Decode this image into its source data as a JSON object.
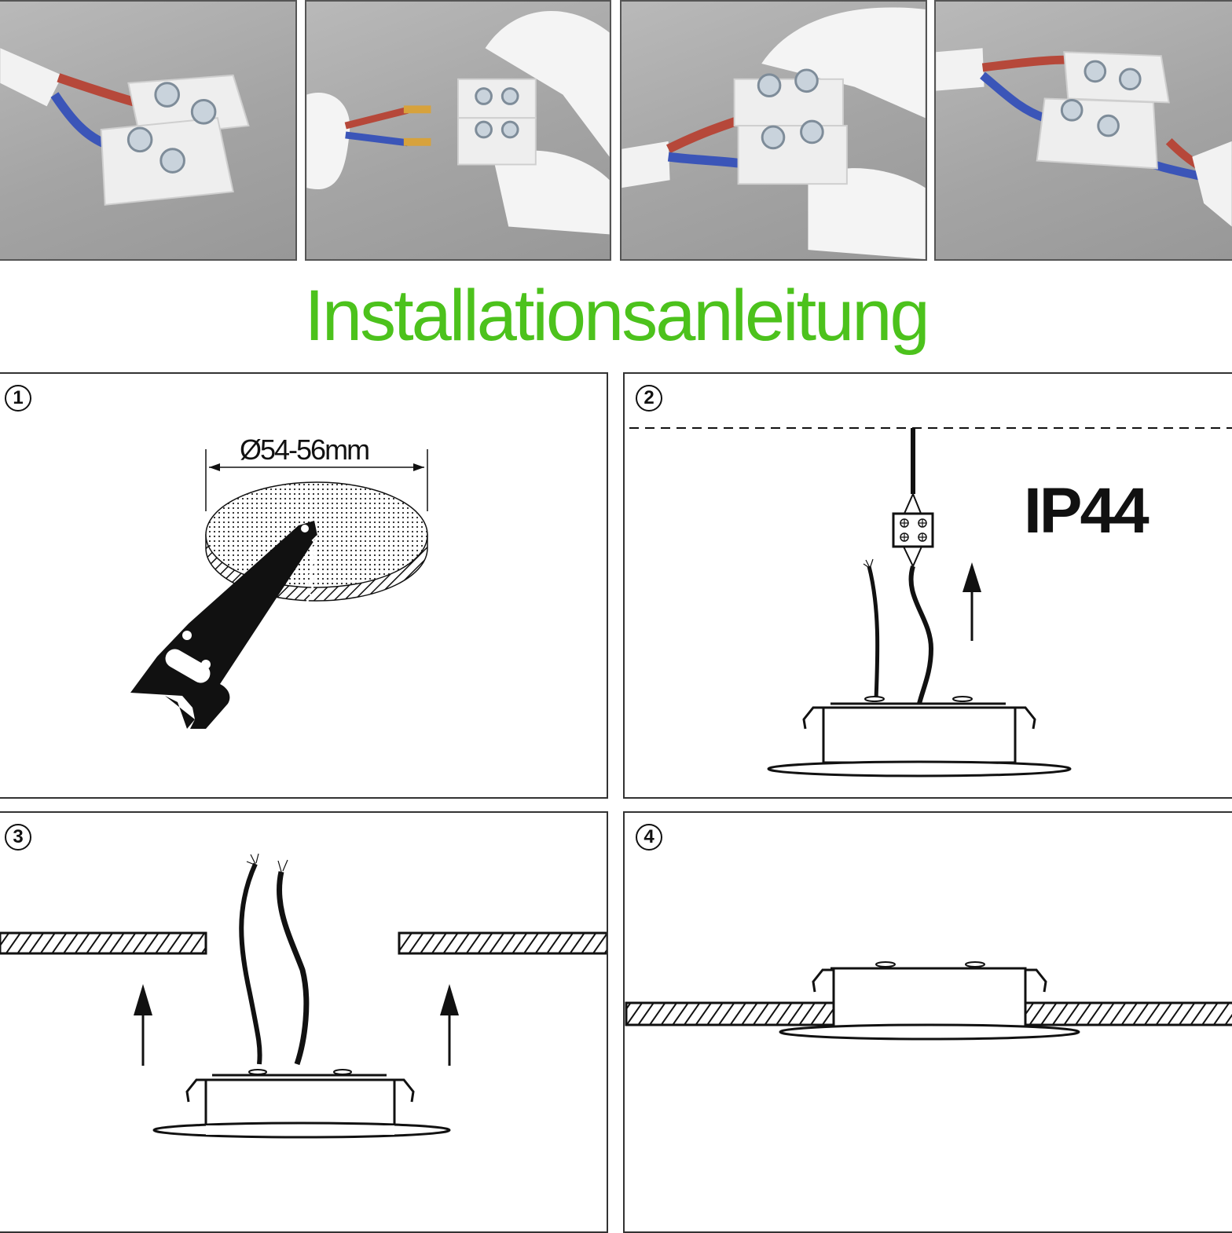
{
  "title": "Installationsanleitung",
  "accent_color": "#4cc21c",
  "photos": [
    {
      "name": "connector-with-cable",
      "icon": "terminal-block-photo"
    },
    {
      "name": "insert-wires",
      "icon": "terminal-block-photo"
    },
    {
      "name": "screw-wires",
      "icon": "terminal-block-photo"
    },
    {
      "name": "connected-cable",
      "icon": "terminal-block-photo"
    }
  ],
  "steps": [
    {
      "number": "1",
      "dimension": "Ø54-56mm",
      "icon": "saw-icon"
    },
    {
      "number": "2",
      "rating": "IP44",
      "icon": "terminal-block-icon"
    },
    {
      "number": "3",
      "icon": "up-arrow-icon"
    },
    {
      "number": "4",
      "icon": "downlight-icon"
    }
  ]
}
